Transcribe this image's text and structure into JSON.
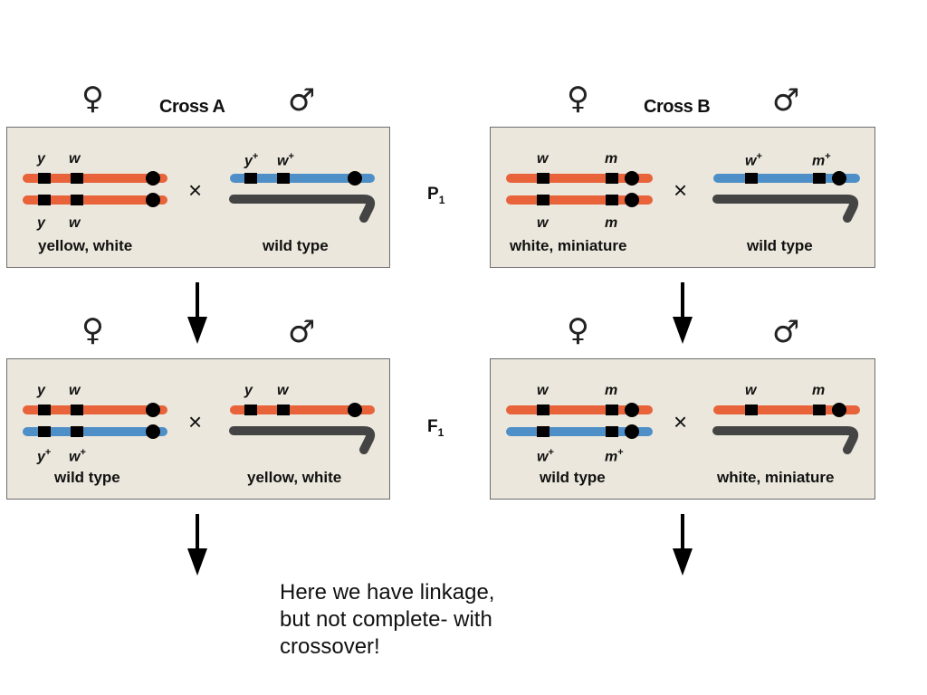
{
  "female_symbol": "♀",
  "male_symbol": "♂",
  "times": "×",
  "cross_a": {
    "title": "Cross A",
    "p1": {
      "female_alleles_top": [
        "y",
        "w"
      ],
      "female_alleles_bottom": [
        "y",
        "w"
      ],
      "female_label": "yellow, white",
      "male_alleles": [
        "y",
        "w"
      ],
      "male_label": "wild type"
    },
    "f1": {
      "female_alleles_top": [
        "y",
        "w"
      ],
      "female_alleles_bottom": [
        "y",
        "w"
      ],
      "female_label": "wild type",
      "male_alleles": [
        "y",
        "w"
      ],
      "male_label": "yellow, white"
    }
  },
  "cross_b": {
    "title": "Cross B",
    "p1": {
      "female_alleles_top": [
        "w",
        "m"
      ],
      "female_alleles_bottom": [
        "w",
        "m"
      ],
      "female_label": "white, miniature",
      "male_alleles": [
        "w",
        "m"
      ],
      "male_label": "wild type"
    },
    "f1": {
      "female_alleles_top": [
        "w",
        "m"
      ],
      "female_alleles_bottom": [
        "w",
        "m"
      ],
      "female_label": "wild type",
      "male_alleles": [
        "w",
        "m"
      ],
      "male_label": "white, miniature"
    }
  },
  "generations": {
    "p": "P",
    "p_sub": "1",
    "f": "F",
    "f_sub": "1"
  },
  "plus": "+",
  "colors": {
    "mutant_chromosome": "#e8623a",
    "wildtype_chromosome": "#4f8fc8",
    "y_chromosome": "#444444",
    "panel": "#ebe7dc"
  },
  "note": "Here we have linkage, but not complete- with crossover!"
}
